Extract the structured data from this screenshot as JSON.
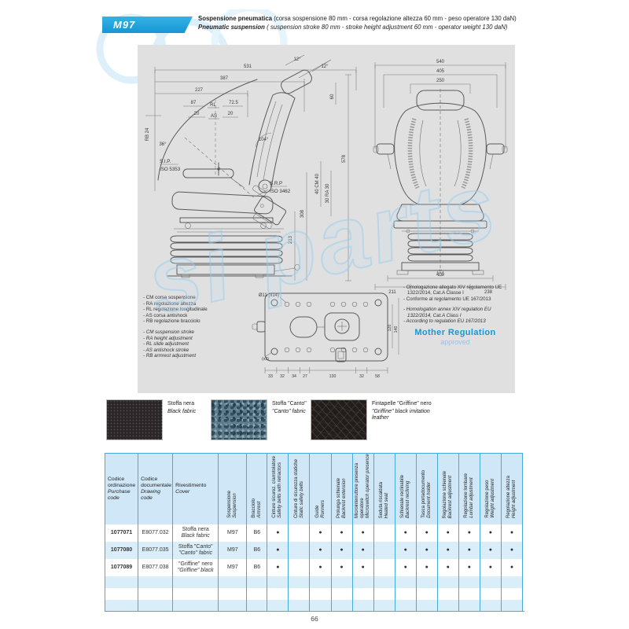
{
  "page": {
    "number": "66"
  },
  "header": {
    "model": "M97",
    "title_it_bold": "Sospensione pneumatica",
    "title_it_rest": "(corsa sospensione 80 mm - corsa regolazione altezza 60 mm - peso operatore 130 daN)",
    "title_en_bold": "Pneumatic suspension",
    "title_en_rest": "( suspension stroke 80 mm - stroke height adjustment 60 mm - operator weight 130 daN)"
  },
  "drawing": {
    "side": {
      "d531": "531",
      "d387": "387",
      "d227": "227",
      "d87": "87",
      "rl": "RL",
      "d725": "72.5",
      "d20a": "20",
      "as": "AS",
      "d20b": "20",
      "a12a": "12°",
      "a12b": "12°",
      "d60": "60",
      "a104": "104°",
      "a36": "36°",
      "rb24": "RB  24",
      "sip1": "S.I.P.",
      "sip2": "ISO 5353",
      "srp1": "S.R.P",
      "srp2": "ISO 3462",
      "d578": "578",
      "d308": "308",
      "d213": "213",
      "cm": "40  CM  40",
      "ra": "30  RA  30"
    },
    "front": {
      "d540": "540",
      "d405": "405",
      "d250": "250",
      "d400": "400",
      "d211": "211",
      "d238": "238"
    },
    "base": {
      "hole": "Ø11 (x14)",
      "x2": "(x2)",
      "b0": "33",
      "b1": "32",
      "b2": "34",
      "b3": "27",
      "b4": "130",
      "b5": "32",
      "b6": "58",
      "r120": "120",
      "r140": "140"
    },
    "legend_it": [
      "- CM corsa sospensione",
      "- RA regolazione altezza",
      "- RL regolazione longitudinale",
      "- AS corsa antishock",
      "- RB regolazione bracciolo"
    ],
    "legend_en": [
      "- CM suspension stroke",
      "- RA height adjustment",
      "- RL slide adjustment",
      "- AS antishock stroke",
      "- RB armrest adjustment"
    ],
    "homologation_it": [
      "- Omologazione allegato XIV regolamento UE 1322/2014, Cat.A Classe I",
      "- Conforme al regolamento UE 167/2013"
    ],
    "homologation_en": [
      "- Homologation annex XIV regulation EU 1322/2014, Cat.A Class I",
      "- According to regulation EU 167/2013"
    ],
    "mother_regulation": "Mother Regulation",
    "approved": "approved",
    "watermark": "si parts"
  },
  "swatches": [
    {
      "it": "Stoffa nera",
      "en": "Black fabric"
    },
    {
      "it": "Stoffa \"Canto\"",
      "en": "\"Canto\" fabric"
    },
    {
      "it": "Fintapelle \"Griffine\" nero",
      "en": "\"Griffine\" black imitation leather"
    }
  ],
  "table": {
    "headers_left": [
      {
        "it": "Codice ordinazione",
        "en": "Purchase code"
      },
      {
        "it": "Codice documentale",
        "en": "Drawing code"
      },
      {
        "it": "Rivestimento",
        "en": "Cover"
      }
    ],
    "headers_rotated": [
      {
        "it": "Sospensione",
        "en": "Suspension"
      },
      {
        "it": "Bracciolo",
        "en": "Armrest"
      },
      {
        "it": "Cinture sicurez. c/arrotolatore",
        "en": "Safety belts with retractors"
      },
      {
        "it": "Cinture di sicurezza statiche",
        "en": "Static safety belts"
      },
      {
        "it": "Guide",
        "en": "Runners"
      },
      {
        "it": "Prolunga schienale",
        "en": "Backrest extension"
      },
      {
        "it": "Microinterruttore presenza operatore",
        "en": "Microswitch operator presence"
      },
      {
        "it": "Seduta riscaldata",
        "en": "Heated seat"
      },
      {
        "it": "Schienale reclinabile",
        "en": "Backrest reclining"
      },
      {
        "it": "Tasca portadocumento",
        "en": "Document holder"
      },
      {
        "it": "Regolazione schienale",
        "en": "Backrest adjustment"
      },
      {
        "it": "Regolazione lombare",
        "en": "Lumbar adjustment"
      },
      {
        "it": "Regolazione peso",
        "en": "Weight adjustment"
      },
      {
        "it": "Regolazione altezza",
        "en": "Height adjustment"
      }
    ],
    "rows": [
      {
        "purchase_code": "1077071",
        "drawing_code": "E8077.032",
        "cover_it": "Stoffa nera",
        "cover_en": "Black fabric",
        "suspension": "M97",
        "armrest": "B6",
        "dots": [
          "●",
          "",
          "●",
          "●",
          "●",
          "",
          "●",
          "●",
          "●",
          "●",
          "●",
          "●"
        ]
      },
      {
        "purchase_code": "1077080",
        "drawing_code": "E8077.035",
        "cover_it": "Stoffa \"Canto\"",
        "cover_en": "\"Canto\" fabric",
        "suspension": "M97",
        "armrest": "B6",
        "dots": [
          "●",
          "",
          "●",
          "●",
          "●",
          "",
          "●",
          "●",
          "●",
          "●",
          "●",
          "●"
        ]
      },
      {
        "purchase_code": "1077089",
        "drawing_code": "E8077.038",
        "cover_it": "\"Griffine\" nero",
        "cover_en": "\"Griffine\" black",
        "suspension": "M97",
        "armrest": "B6",
        "dots": [
          "●",
          "",
          "●",
          "●",
          "●",
          "",
          "●",
          "●",
          "●",
          "●",
          "●",
          "●"
        ]
      }
    ]
  },
  "colors": {
    "accent": "#1796d4",
    "table_line": "#45aadd",
    "dot": "#1f95c8",
    "header_bg": "#cfe7f6",
    "row_alt": "#daeefa",
    "panel_bg": "#e0e0e0"
  }
}
